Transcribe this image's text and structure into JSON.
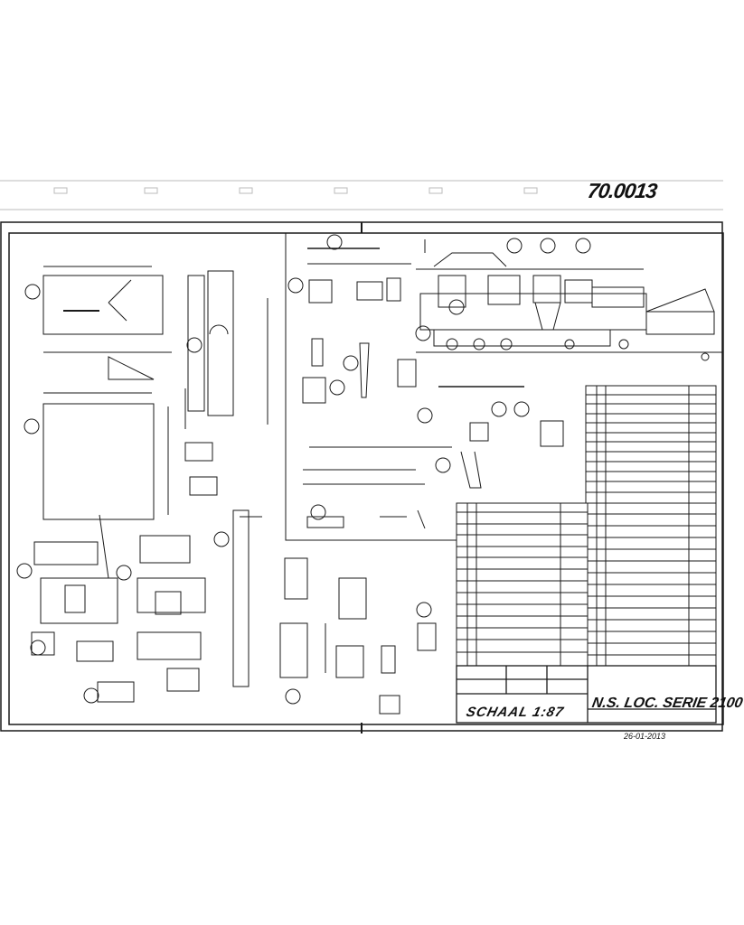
{
  "header": {
    "drawing_number": "70.0013"
  },
  "title_block": {
    "title": "N.S. LOC. SERIE 2100",
    "scale": "SCHAAL 1:87"
  },
  "footer": {
    "reference": "26-01-2013"
  },
  "colors": {
    "ink": "#1a1a1a",
    "paper": "#ffffff"
  }
}
